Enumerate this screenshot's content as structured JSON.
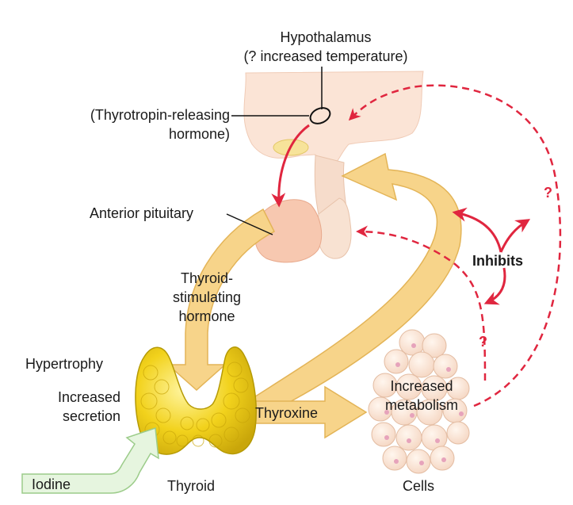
{
  "labels": {
    "hypothalamus": "Hypothalamus",
    "hypothalamus_note": "(? increased temperature)",
    "trh_line1": "(Thyrotropin-releasing",
    "trh_line2": "hormone)",
    "anterior_pituitary": "Anterior pituitary",
    "tsh_line1": "Thyroid-",
    "tsh_line2": "stimulating",
    "tsh_line3": "hormone",
    "hypertrophy": "Hypertrophy",
    "increased_secretion_line1": "Increased",
    "increased_secretion_line2": "secretion",
    "iodine": "Iodine",
    "thyroid": "Thyroid",
    "thyroxine": "Thyroxine",
    "metabolism_line1": "Increased",
    "metabolism_line2": "metabolism",
    "cells": "Cells",
    "inhibits": "Inhibits",
    "question_mark_upper": "?",
    "question_mark_lower": "?"
  },
  "colors": {
    "hormone_arrow": "#f7d48a",
    "hormone_arrow_stroke": "#e3b457",
    "inhibit_red": "#e0263f",
    "pituitary_fill": "#f7c8b0",
    "pituitary_stalk": "#f6dccb",
    "hypothalamus_fill": "#fbe4d6",
    "thyroid_fill": "#f2d21c",
    "thyroid_stroke": "#b59a05",
    "cell_fill": "#fbe6d6",
    "cell_nucleus": "#e6a3bb",
    "iodine_fill": "#e6f5df",
    "iodine_stroke": "#9ccc8a"
  }
}
